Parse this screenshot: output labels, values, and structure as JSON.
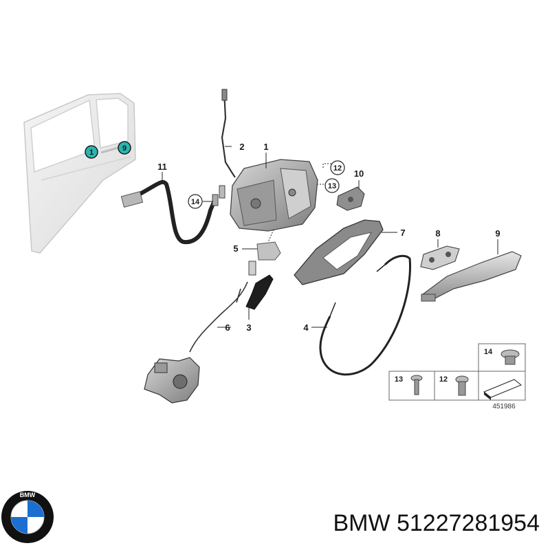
{
  "diagram": {
    "callouts": {
      "c1": "1",
      "c2": "2",
      "c3": "3",
      "c4": "4",
      "c5": "5",
      "c6": "6",
      "c7": "7",
      "c8": "8",
      "c9": "9",
      "c10": "10",
      "c11": "11",
      "c12": "12",
      "c13": "13",
      "c14": "14"
    },
    "door_markers": {
      "m1": "1",
      "m9": "9"
    },
    "legend": {
      "l14": "14",
      "l13": "13",
      "l12": "12"
    },
    "diagram_id": "451986"
  },
  "footer": {
    "brand_ring": "BMW",
    "title": "BMW 51227281954"
  },
  "colors": {
    "marker_fill": "#2bb5b0",
    "part_gray": "#9a9a9a",
    "line": "#222222"
  }
}
